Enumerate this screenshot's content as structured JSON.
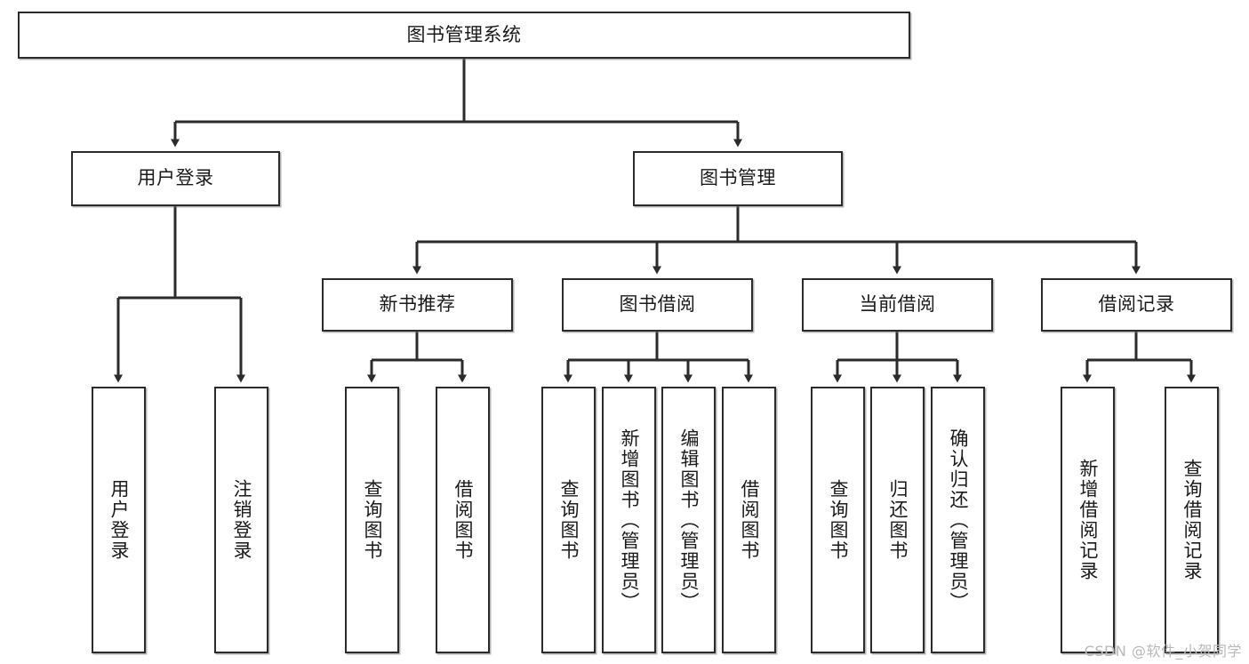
{
  "diagram": {
    "type": "tree-hierarchy",
    "title": "图书管理系统",
    "watermark": "CSDN @软件_小贺同学",
    "colors": {
      "stroke": "#2b2b2b",
      "fill": "#ffffff",
      "text": "#1a1a1a",
      "watermark": "#b9b9b9"
    },
    "levels": {
      "root": "图书管理系统",
      "level2": [
        "用户登录",
        "图书管理"
      ],
      "level3": [
        "新书推荐",
        "图书借阅",
        "当前借阅",
        "借阅记录"
      ]
    },
    "nodes": {
      "root": {
        "label": "图书管理系统"
      },
      "user_login": {
        "label": "用户登录"
      },
      "book_manage": {
        "label": "图书管理"
      },
      "new_book_rec": {
        "label": "新书推荐"
      },
      "book_borrow": {
        "label": "图书借阅"
      },
      "current_borrow": {
        "label": "当前借阅"
      },
      "borrow_record": {
        "label": "借阅记录"
      },
      "leaf_user_login": {
        "label": "用户登录"
      },
      "leaf_logout": {
        "label": "注销登录"
      },
      "leaf_query_book_1": {
        "label": "查询图书"
      },
      "leaf_borrow_book_1": {
        "label": "借阅图书"
      },
      "leaf_query_book_2": {
        "label": "查询图书"
      },
      "leaf_add_book": {
        "label": "新增图书（管理员）"
      },
      "leaf_edit_book": {
        "label": "编辑图书（管理员）"
      },
      "leaf_borrow_book_2": {
        "label": "借阅图书"
      },
      "leaf_query_book_3": {
        "label": "查询图书"
      },
      "leaf_return_book": {
        "label": "归还图书"
      },
      "leaf_confirm_return": {
        "label": "确认归还（管理员）"
      },
      "leaf_add_record": {
        "label": "新增借阅记录"
      },
      "leaf_query_record": {
        "label": "查询借阅记录"
      }
    },
    "edges": [
      {
        "from": "root",
        "to": "user_login"
      },
      {
        "from": "root",
        "to": "book_manage"
      },
      {
        "from": "user_login",
        "to": "leaf_user_login"
      },
      {
        "from": "user_login",
        "to": "leaf_logout"
      },
      {
        "from": "book_manage",
        "to": "new_book_rec"
      },
      {
        "from": "book_manage",
        "to": "book_borrow"
      },
      {
        "from": "book_manage",
        "to": "current_borrow"
      },
      {
        "from": "book_manage",
        "to": "borrow_record"
      },
      {
        "from": "new_book_rec",
        "to": "leaf_query_book_1"
      },
      {
        "from": "new_book_rec",
        "to": "leaf_borrow_book_1"
      },
      {
        "from": "book_borrow",
        "to": "leaf_query_book_2"
      },
      {
        "from": "book_borrow",
        "to": "leaf_add_book"
      },
      {
        "from": "book_borrow",
        "to": "leaf_edit_book"
      },
      {
        "from": "book_borrow",
        "to": "leaf_borrow_book_2"
      },
      {
        "from": "current_borrow",
        "to": "leaf_query_book_3"
      },
      {
        "from": "current_borrow",
        "to": "leaf_return_book"
      },
      {
        "from": "current_borrow",
        "to": "leaf_confirm_return"
      },
      {
        "from": "borrow_record",
        "to": "leaf_add_record"
      },
      {
        "from": "borrow_record",
        "to": "leaf_query_record"
      }
    ]
  }
}
